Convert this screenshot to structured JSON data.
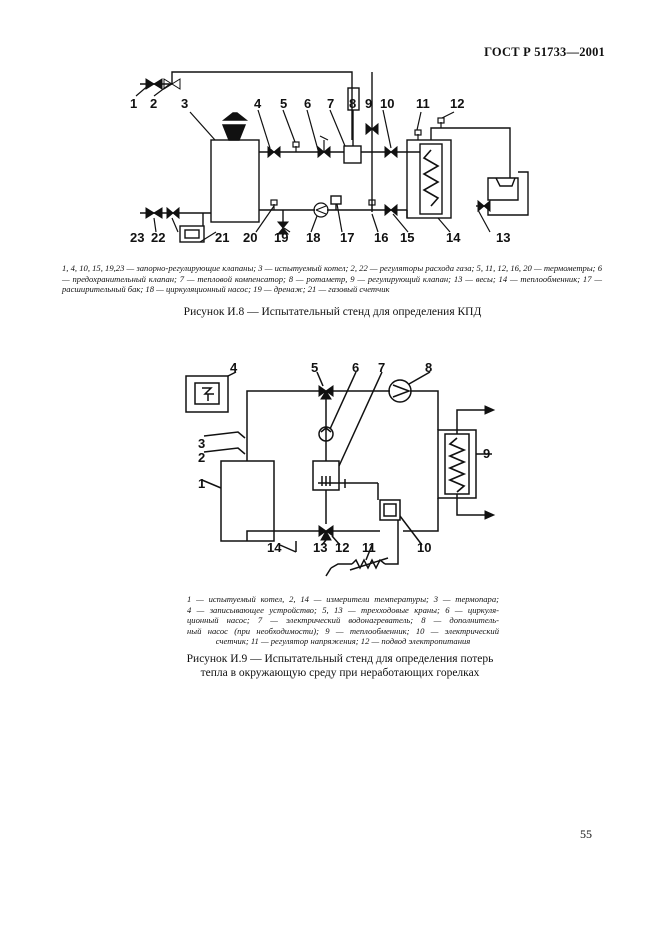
{
  "header": {
    "standard": "ГОСТ Р 51733—2001"
  },
  "figure8": {
    "labels": [
      "1",
      "2",
      "3",
      "4",
      "5",
      "6",
      "7",
      "8",
      "9",
      "10",
      "11",
      "12",
      "13",
      "14",
      "15",
      "16",
      "17",
      "18",
      "19",
      "20",
      "21",
      "22",
      "23"
    ],
    "legend": "1, 4, 10, 15, 19,23 — запорно-регулирующие клапаны; 3 — испытуемый котел; 2, 22 — регуляторы расхода газа; 5, 11, 12, 16, 20 — термометры; 6 — предохранительный клапан; 7 — тепловой компенсатор; 8 — ротаметр, 9 — регулирующий клапан; 13 — весы; 14 — теплообменник; 17 — расширительный бак; 18 — циркуляционный насос; 19 — дренаж; 21 — газовый счетчик",
    "caption": "Рисунок И.8 — Испытательный стенд для определения КПД"
  },
  "figure9": {
    "labels": [
      "1",
      "2",
      "3",
      "4",
      "5",
      "6",
      "7",
      "8",
      "9",
      "10",
      "11",
      "12",
      "13",
      "14"
    ],
    "legend_lines": [
      "1 — испытуемый котел, 2, 14 — измерители температуры; 3 — термопара;",
      "4 — записывающее устройство; 5, 13 — трехходовые краны; 6 — циркуля-",
      "ционный насос; 7 — электрический водонагреватель; 8 — дополнитель-",
      "ный насос (при необходимости); 9 — теплообменник; 10 — электрический",
      "счетчик; 11 — регулятор напряжения; 12 — подвод электропитания"
    ],
    "caption_line1": "Рисунок И.9 — Испытательный стенд для определения потерь",
    "caption_line2": "тепла в окружающую среду при неработающих горелках"
  },
  "page_number": "55"
}
